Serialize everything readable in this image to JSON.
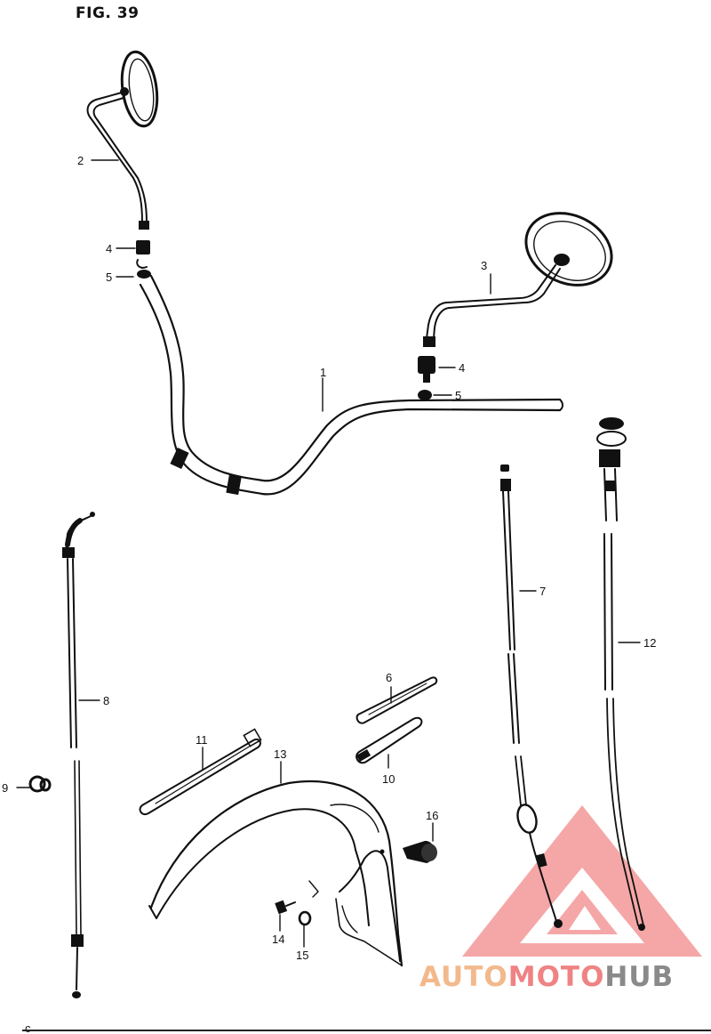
{
  "figure": {
    "title": "FIG. 39"
  },
  "callouts": [
    "1",
    "2",
    "3",
    "4",
    "5",
    "4",
    "5",
    "6",
    "7",
    "8",
    "9",
    "10",
    "11",
    "12",
    "13",
    "14",
    "15",
    "16"
  ],
  "watermark": {
    "part1": "AUTO",
    "part2": "MOTO",
    "part3": "HUB",
    "colors": {
      "orange": "#f2b98c",
      "red": "#ef8383",
      "gray": "#8a8a8a"
    }
  },
  "page_mark": "c"
}
